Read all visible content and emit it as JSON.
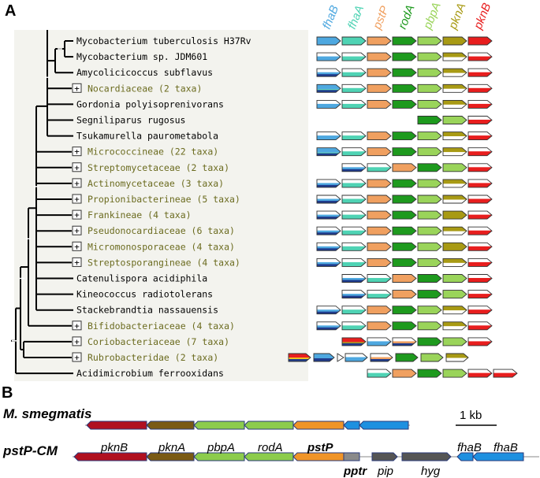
{
  "panel_a": {
    "label": "A",
    "genes": [
      {
        "name": "fhaB",
        "color": "#4ea8e0"
      },
      {
        "name": "fhaA",
        "color": "#4fd3b4"
      },
      {
        "name": "pstP",
        "color": "#f0a060"
      },
      {
        "name": "rodA",
        "color": "#1e9a1e"
      },
      {
        "name": "pbpA",
        "color": "#9ad45a"
      },
      {
        "name": "pknA",
        "color": "#a89a14"
      },
      {
        "name": "pknB",
        "color": "#e81e1e"
      }
    ],
    "taxa": [
      {
        "name": "Mycobacterium tuberculosis H37Rv",
        "collapsed": false
      },
      {
        "name": "Mycobacterium sp. JDM601",
        "collapsed": false
      },
      {
        "name": "Amycolicicoccus subflavus",
        "collapsed": false
      },
      {
        "name": "Nocardiaceae (2 taxa)",
        "collapsed": true
      },
      {
        "name": "Gordonia polyisoprenivorans",
        "collapsed": false
      },
      {
        "name": "Segniliparus rugosus",
        "collapsed": false
      },
      {
        "name": "Tsukamurella paurometabola",
        "collapsed": false
      },
      {
        "name": "Micrococcineae (22 taxa)",
        "collapsed": true
      },
      {
        "name": "Streptomycetaceae (2 taxa)",
        "collapsed": true
      },
      {
        "name": "Actinomycetaceae (3 taxa)",
        "collapsed": true
      },
      {
        "name": "Propionibacterineae (5 taxa)",
        "collapsed": true
      },
      {
        "name": "Frankineae (4 taxa)",
        "collapsed": true
      },
      {
        "name": "Pseudonocardiaceae (6 taxa)",
        "collapsed": true
      },
      {
        "name": "Micromonosporaceae (4 taxa)",
        "collapsed": true
      },
      {
        "name": "Streptosporangineae (4 taxa)",
        "collapsed": true
      },
      {
        "name": "Catenulispora acidiphila",
        "collapsed": false
      },
      {
        "name": "Kineococcus radiotolerans",
        "collapsed": false
      },
      {
        "name": "Stackebrandtia nassauensis",
        "collapsed": false
      },
      {
        "name": "Bifidobacteriaceae (4 taxa)",
        "collapsed": true
      },
      {
        "name": "Coriobacteriaceae (7 taxa)",
        "collapsed": true
      },
      {
        "name": "Rubrobacteridae (2 taxa)",
        "collapsed": true
      },
      {
        "name": "Acidimicrobium ferrooxidans",
        "collapsed": false
      }
    ],
    "expand_symbol": "+"
  },
  "panel_b": {
    "label": "B",
    "row1_label": "M. smegmatis",
    "row2_label": "pstP-CM",
    "scale_label": "1 kb",
    "genes_row2": [
      "pknB",
      "pknA",
      "pbpA",
      "rodA",
      "pstP"
    ],
    "extra_labels": {
      "pptr": "pptr",
      "pip": "pip",
      "hyg": "hyg",
      "fhaB1": "fhaB",
      "fhaB2": "fhaB"
    }
  }
}
